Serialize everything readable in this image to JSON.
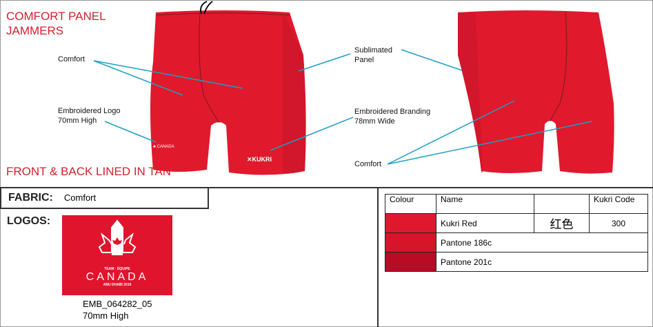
{
  "header": {
    "title_line1": "COMFORT PANEL",
    "title_line2": "JAMMERS",
    "lining_note": "FRONT & BACK LINED IN TAN"
  },
  "callouts": {
    "comfort_front": "Comfort",
    "logo_line1": "Embroidered Logo",
    "logo_line2": "70mm High",
    "sublimated_line1": "Sublimated",
    "sublimated_line2": "Panel",
    "branding_line1": "Embroidered Branding",
    "branding_line2": "78mm Wide",
    "comfort_back": "Comfort"
  },
  "garment": {
    "brand_mark": "KUKRI",
    "logo_text": "CANADA",
    "colors": {
      "body": "#e0192d",
      "panel": "#c8142a",
      "leader_line": "#1aa0c4"
    }
  },
  "fabric": {
    "label": "FABRIC:",
    "value": "Comfort"
  },
  "logos": {
    "label": "LOGOS:",
    "logo": {
      "top_text": "TEAM · ÉQUIPE",
      "main_text": "CANADA",
      "sub_text": "ABU DHABI 2019"
    },
    "code": "EMB_064282_05",
    "size": "70mm High"
  },
  "colour_table": {
    "headers": [
      "Colour",
      "Name",
      "",
      "Kukri Code"
    ],
    "rows": [
      {
        "swatch": "#e0182d",
        "name": "Kukri Red",
        "chinese": "红色",
        "code": "300"
      },
      {
        "swatch": "#d6142a",
        "name": "Pantone 186c"
      },
      {
        "swatch": "#b80c24",
        "name": "Pantone 201c"
      }
    ]
  }
}
